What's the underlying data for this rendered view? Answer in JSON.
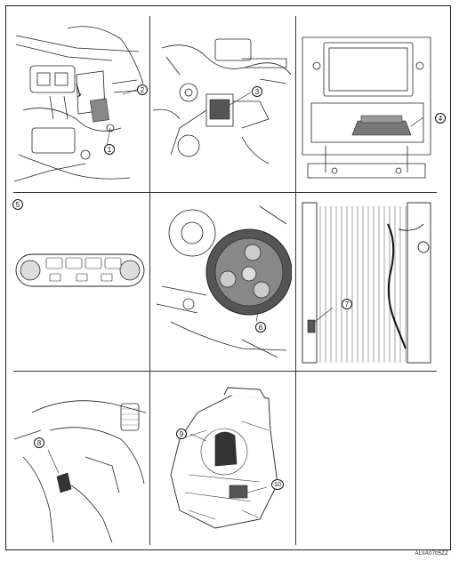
{
  "figure_code": "ALIIA0705ZZ",
  "callouts": [
    "1",
    "2",
    "3",
    "4",
    "5",
    "6",
    "7",
    "8",
    "9",
    "10"
  ],
  "panels": [
    {
      "id": "p1",
      "subject": "engine-room-component"
    },
    {
      "id": "p2",
      "subject": "engine-bay-harness"
    },
    {
      "id": "p3",
      "subject": "instrument-panel-unit"
    },
    {
      "id": "p4",
      "subject": "ac-control-panel"
    },
    {
      "id": "p5",
      "subject": "compressor-clutch"
    },
    {
      "id": "p6",
      "subject": "condenser-sensor"
    },
    {
      "id": "p7",
      "subject": "footwell-sensor"
    },
    {
      "id": "p8",
      "subject": "blower-unit"
    }
  ]
}
